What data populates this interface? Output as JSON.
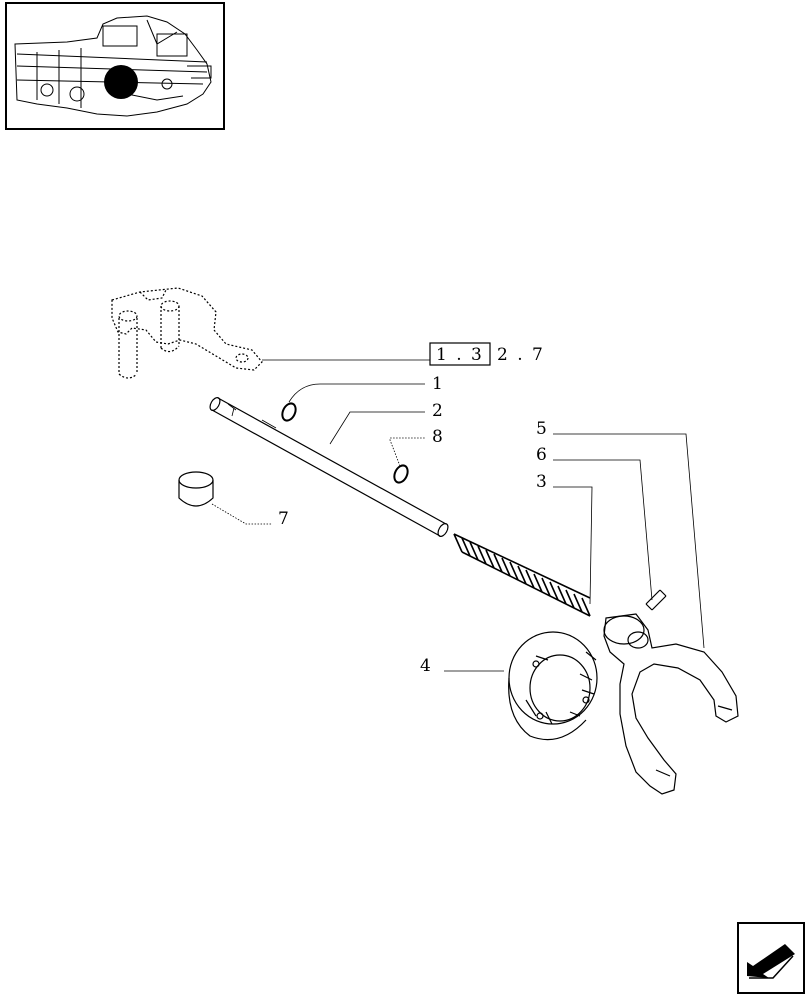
{
  "thumbnail": {
    "icon": "transmission-assembly-thumbnail",
    "marker_color": "#000000"
  },
  "reference": {
    "boxed": "1 . 3",
    "suffix": "2 . 7"
  },
  "callouts": {
    "c1": "1",
    "c2": "2",
    "c8": "8",
    "c5": "5",
    "c6": "6",
    "c3": "3",
    "c7": "7",
    "c4": "4"
  },
  "navigation": {
    "icon": "previous-page-arrow-icon"
  }
}
